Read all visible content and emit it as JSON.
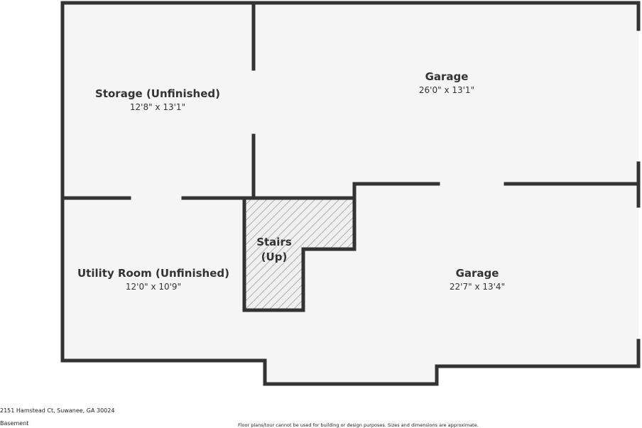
{
  "colors": {
    "wall": "#333333",
    "floor": "#f5f5f5",
    "stairs_hatch": "#999999",
    "background": "#ffffff"
  },
  "rooms": {
    "storage": {
      "name": "Storage (Unfinished)",
      "dims": "12'8\" x 13'1\""
    },
    "garage_upper": {
      "name": "Garage",
      "dims": "26'0\" x 13'1\""
    },
    "utility": {
      "name": "Utility Room (Unfinished)",
      "dims": "12'0\" x 10'9\""
    },
    "garage_lower": {
      "name": "Garage",
      "dims": "22'7\" x 13'4\""
    },
    "stairs": {
      "line1": "Stairs",
      "line2": "(Up)"
    }
  },
  "footer": {
    "address": "2151 Hamstead Ct, Suwanee, GA 30024",
    "level": "Basement",
    "disclaimer": "Floor plans/tour cannot be used for building or design purposes. Sizes and dimensions are approximate."
  }
}
